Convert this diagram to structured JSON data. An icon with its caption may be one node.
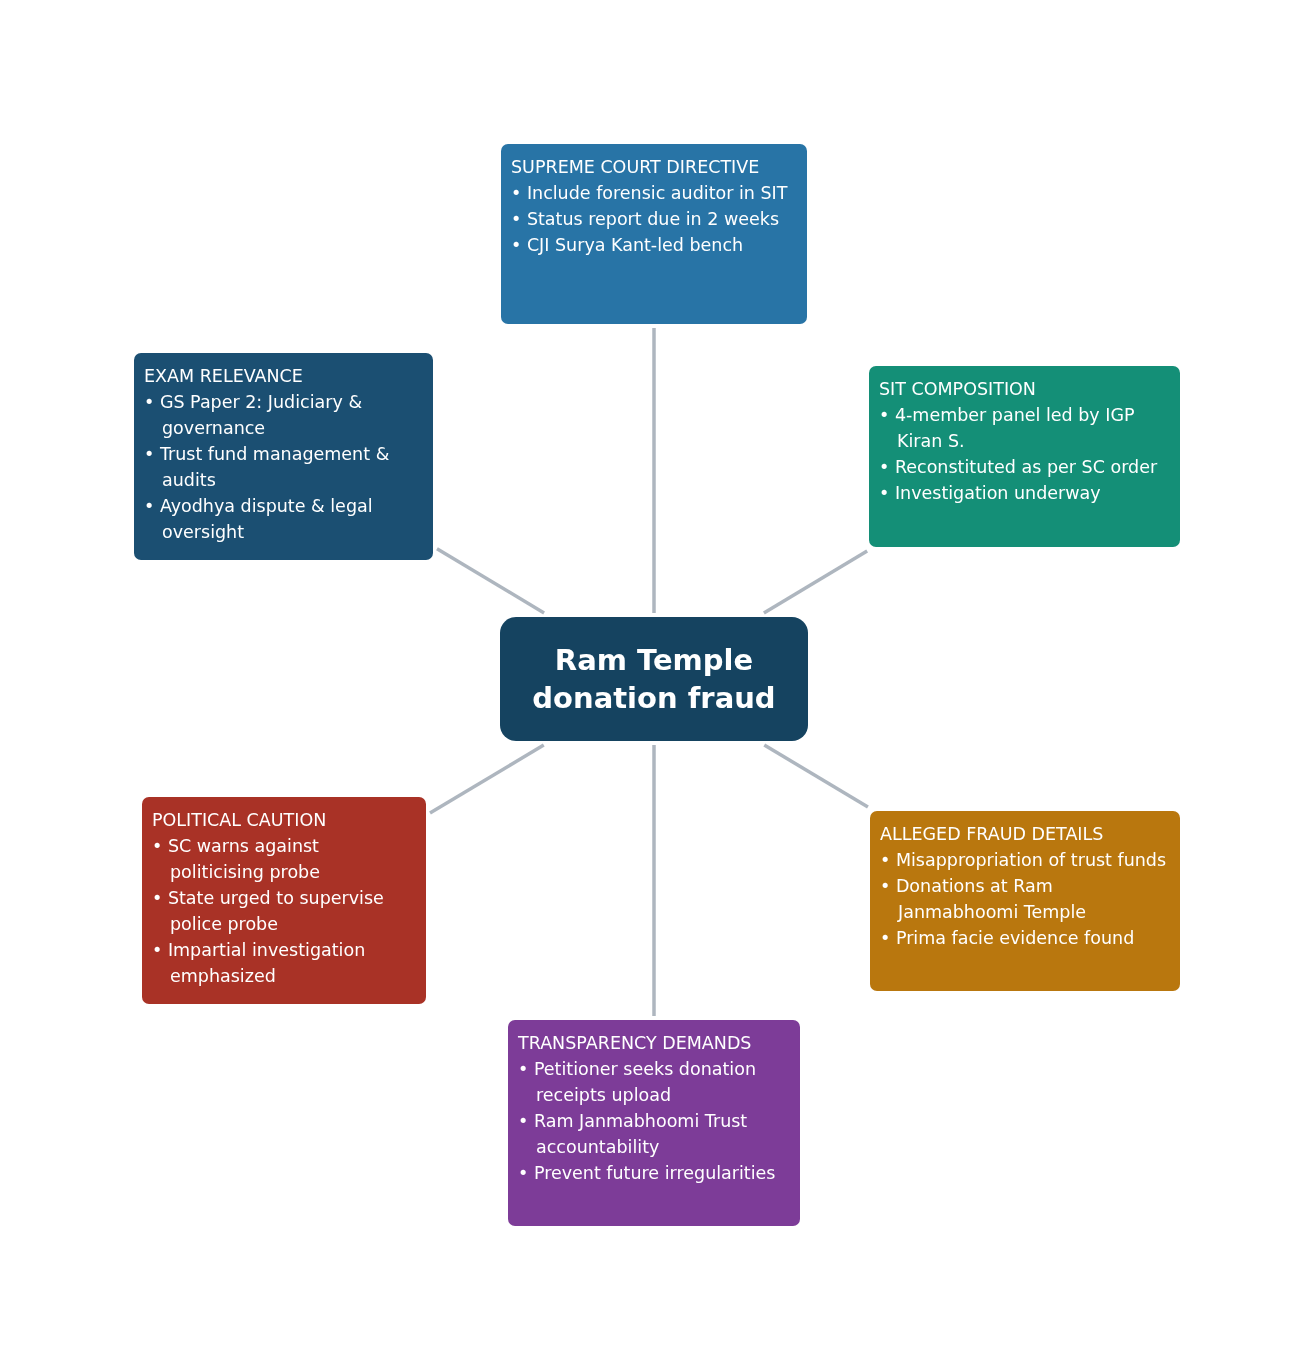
{
  "diagram": {
    "nodes": [
      {
        "text": [
          "SUPREME COURT DIRECTIVE",
          "• Include forensic auditor in SIT",
          "• Status report due in 2 weeks",
          "• CJI Surya Kant-led bench"
        ]
      },
      {
        "text": [
          "EXAM RELEVANCE",
          "• GS Paper 2: Judiciary & governance",
          "• Trust fund management & audits",
          "• Ayodhya dispute & legal oversight"
        ]
      },
      {
        "text": [
          "SIT COMPOSITION",
          "• 4-member panel led by IGP Kiran S.",
          "• Reconstituted as per SC order",
          "• Investigation underway"
        ]
      },
      {
        "text": [
          "Ram Temple donation fraud"
        ]
      },
      {
        "text": [
          "POLITICAL CAUTION",
          "• SC warns against politicising probe",
          "• State urged to supervise police probe",
          "• Impartial investigation emphasized"
        ]
      },
      {
        "text": [
          "ALLEGED FRAUD DETAILS",
          "• Misappropriation of trust funds",
          "• Donations at Ram Janmabhoomi Temple",
          "• Prima facie evidence found"
        ]
      },
      {
        "text": [
          "TRANSPARENCY DEMANDS",
          "• Petitioner seeks donation receipts upload",
          "• Ram Janmabhoomi Trust accountability",
          "• Prevent future irregularities"
        ]
      }
    ],
    "edges": [
      {
        "from": 3,
        "to": 0,
        "arrow": "none"
      },
      {
        "from": 3,
        "to": 2,
        "arrow": "none"
      },
      {
        "from": 3,
        "to": 5,
        "arrow": "none"
      },
      {
        "from": 3,
        "to": 6,
        "arrow": "none"
      },
      {
        "from": 3,
        "to": 4,
        "arrow": "none"
      },
      {
        "from": 3,
        "to": 1,
        "arrow": "none"
      }
    ]
  }
}
